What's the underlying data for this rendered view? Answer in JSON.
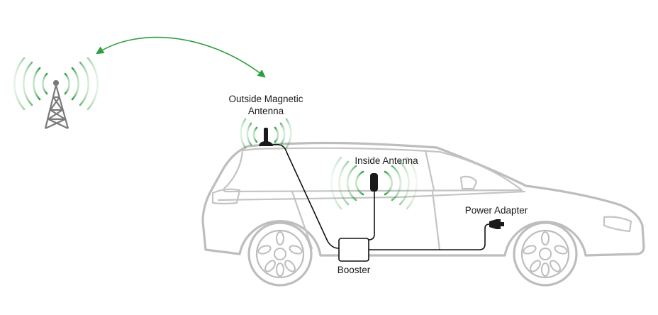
{
  "labels": {
    "outside_antenna_line1": "Outside Magnetic",
    "outside_antenna_line2": "Antenna",
    "inside_antenna": "Inside Antenna",
    "power_adapter": "Power Adapter",
    "booster": "Booster"
  },
  "colors": {
    "signal_green": "#2e9e3e",
    "car_outline": "#bdbdbd",
    "cable": "#111111",
    "tower": "#7a7a7a"
  },
  "icons": [
    "cell-tower-icon",
    "signal-waves-icon",
    "magnetic-antenna-icon",
    "inside-antenna-icon",
    "booster-box-icon",
    "power-plug-icon",
    "two-way-arrow-icon"
  ]
}
